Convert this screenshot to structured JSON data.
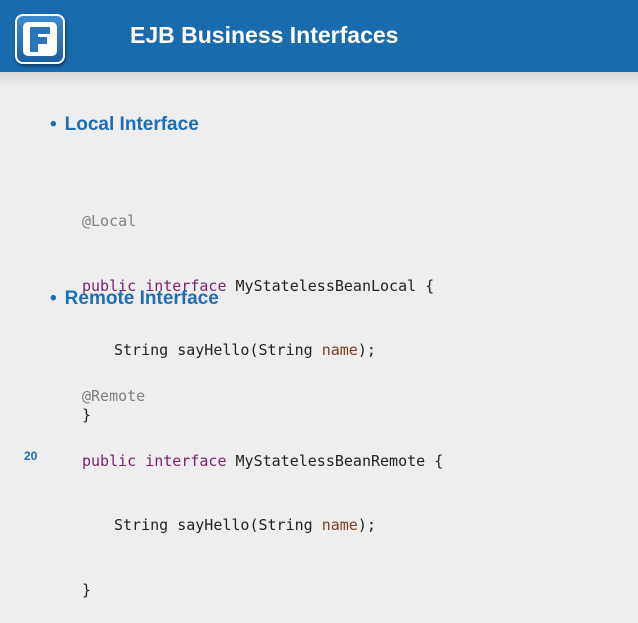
{
  "slide": {
    "title": "EJB Business Interfaces",
    "page_number": "20",
    "logo_icon": "letter-f-logo-icon"
  },
  "sections": [
    {
      "bullet": "•",
      "heading": "Local Interface",
      "code": {
        "annotation": "@Local",
        "kw_public": "public",
        "kw_interface": "interface",
        "class_decl": "MyStatelessBeanLocal {",
        "method_start": "String sayHello(String ",
        "param": "name",
        "method_end": ");",
        "close": "}"
      }
    },
    {
      "bullet": "•",
      "heading": "Remote Interface",
      "code": {
        "annotation": "@Remote",
        "kw_public": "public",
        "kw_interface": "interface",
        "class_decl": "MyStatelessBeanRemote {",
        "method_start": "String sayHello(String ",
        "param": "name",
        "method_end": ");",
        "close": "}"
      }
    }
  ],
  "colors": {
    "header": "#1a6aae",
    "bullet_heading": "#1f6db3",
    "keyword": "#7a1f6c",
    "annotation": "#808080",
    "param": "#7a3d22"
  }
}
